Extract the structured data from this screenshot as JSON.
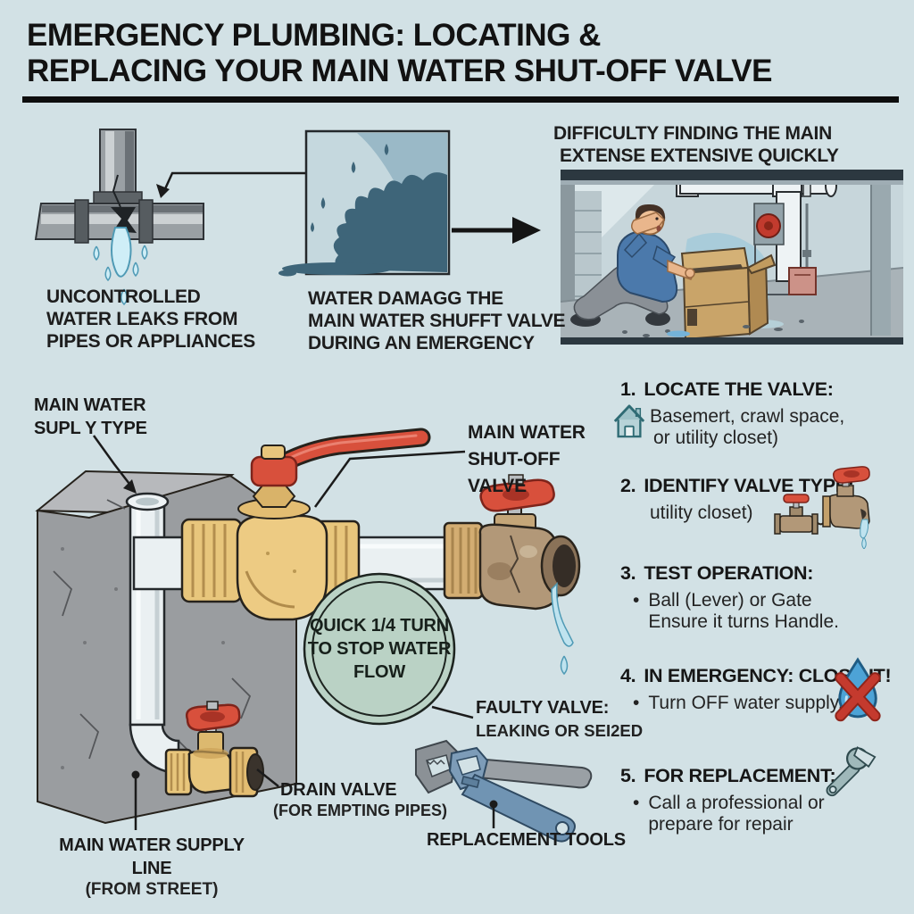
{
  "colors": {
    "background": "#d2e1e5",
    "text": "#1c1c1c",
    "accent_red": "#d8503c",
    "brass": "#e8c67c",
    "bronze": "#b29878",
    "pipe_white": "#eaf0f2",
    "badge_green": "#bad2c5",
    "splash_blue": "#3e6579",
    "water_blue": "#bfe3ef",
    "concrete_gray": "#9a9da0"
  },
  "title": {
    "line1": "EMERGENCY PLUMBING: LOCATING &",
    "line2": "REPLACING YOUR MAIN WATER SHUT-OFF VALVE"
  },
  "panels": {
    "leak": {
      "caption": [
        "UNCONTROLLED",
        "WATER LEAKS FROM",
        "PIPES OR APPLIANCES"
      ]
    },
    "damage": {
      "caption": [
        "WATER DAMAGG THE",
        "MAIN WATER SHUFFT VALVE",
        "DURING AN EMERGENCY"
      ]
    },
    "search": {
      "heading": [
        "DIFFICULTY FINDING THE MAIN",
        "EXTENSE EXTENSIVE QUICKLY"
      ]
    }
  },
  "diagram": {
    "supply_type": [
      "MAIN WATER",
      "SUPL Y TYPE"
    ],
    "shutoff_valve": [
      "MAIN WATER",
      "SHUT-OFF",
      "VALVE"
    ],
    "quick_turn": [
      "QUICK 1/4 TURN",
      "TO STOP WATER",
      "FLOW"
    ],
    "faulty_valve": {
      "title": "FAULTY VALVE:",
      "subtitle": "LEAKING OR SEI2ED"
    },
    "drain_valve": {
      "title": "DRAIN VALVE",
      "subtitle": "(FOR EMPTING PIPES)"
    },
    "supply_line": {
      "title": "MAIN WATER SUPPLY LINE",
      "subtitle": "(FROM STREET)"
    },
    "tools": "REPLACEMENT TOOLS"
  },
  "steps": [
    {
      "num": "1.",
      "title": "LOCATE THE VALVE:",
      "icon": "house-icon",
      "lines": [
        "Basemert, crawl space,",
        "or utility closet)"
      ]
    },
    {
      "num": "2.",
      "title": "IDENTIFY VALVE TYPE:",
      "icon": "valve-pair-icon",
      "lines": [
        "utility closet)"
      ]
    },
    {
      "num": "3.",
      "title": "TEST OPERATION:",
      "bullet": "•",
      "lines": [
        "Ball (Lever) or Gate",
        "Ensure it turns Handle."
      ]
    },
    {
      "num": "4.",
      "title": "IN EMERGENCY: CLOSE IT!",
      "icon": "no-water-icon",
      "bullet": "•",
      "lines": [
        "Turn OFF water supply."
      ]
    },
    {
      "num": "5.",
      "title": "FOR REPLACEMENT:",
      "icon": "wrench-icon",
      "bullet": "•",
      "lines": [
        "Call a professional or",
        "prepare for repair"
      ]
    }
  ]
}
